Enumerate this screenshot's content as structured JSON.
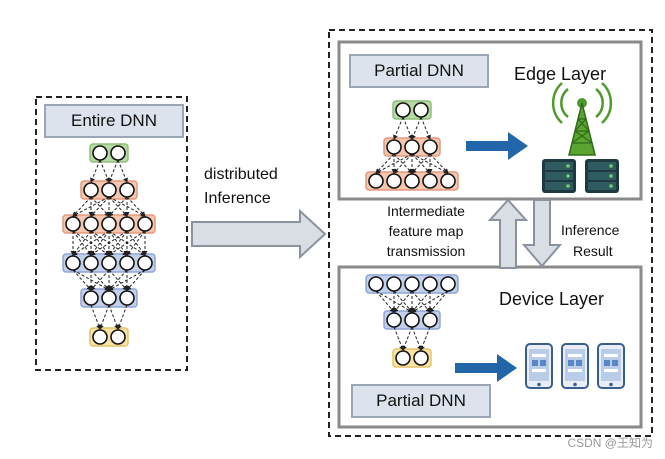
{
  "colors": {
    "green": "#b7dba4",
    "green_border": "#8fc07a",
    "orange": "#f6c7b0",
    "orange_border": "#e29a7e",
    "blue": "#c3d0ec",
    "blue_border": "#8ea5d6",
    "yellow": "#fbe3a4",
    "yellow_border": "#e2c36e",
    "arrow_blue": "#2066a8",
    "arrow_gray": "#d9dde4",
    "tower_green": "#4f9a2c"
  },
  "entire_dnn": {
    "title": "Entire DNN"
  },
  "transfer_arrow": {
    "line1": "distributed",
    "line2": "Inference"
  },
  "edge": {
    "title": "Edge Layer",
    "partial_label": "Partial DNN",
    "icons": [
      "cell-tower-icon",
      "server-rack-icon",
      "server-rack-icon"
    ]
  },
  "device": {
    "title": "Device Layer",
    "partial_label": "Partial DNN",
    "icons": [
      "smartphone-icon",
      "smartphone-icon",
      "smartphone-icon"
    ]
  },
  "transfer_labels": {
    "up_1": "Intermediate",
    "up_2": "feature map",
    "up_3": "transmission",
    "down_1": "Inference",
    "down_2": "Result"
  },
  "watermark": "CSDN @王知为"
}
